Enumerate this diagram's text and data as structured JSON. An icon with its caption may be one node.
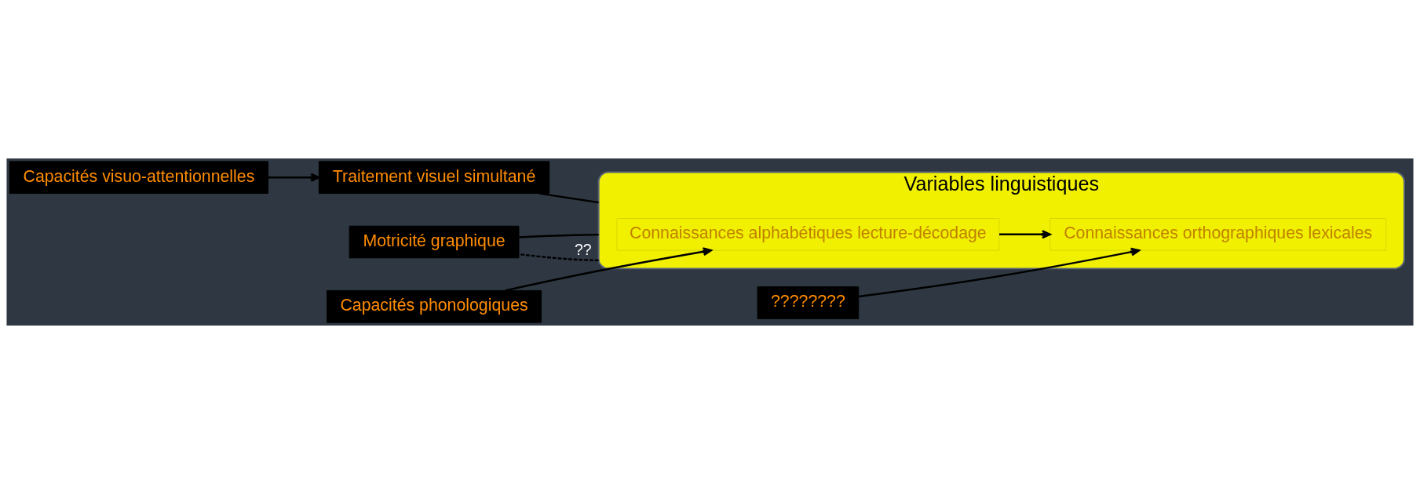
{
  "diagram": {
    "nodes": [
      {
        "text": [
          "Capacités visuo-attentionnelles"
        ]
      },
      {
        "text": [
          "Traitement visuel simultané"
        ]
      },
      {
        "text": [
          "????????"
        ]
      },
      {
        "text": [
          "Motricité graphique"
        ]
      },
      {
        "text": [
          "Variables linguistiques"
        ]
      },
      {
        "text": [
          "Connaissances alphabétiques lecture-décodage"
        ],
        "in": 4
      },
      {
        "text": [
          "Connaissances orthographiques lexicales"
        ],
        "in": 4
      },
      {
        "text": [
          "Capacités phonologiques"
        ]
      }
    ],
    "edges": [
      {
        "from": 0,
        "to": 1,
        "arrow": "to"
      },
      {
        "from": 1,
        "to": 4,
        "arrow": "none"
      },
      {
        "from": 3,
        "to": 4,
        "arrow": "none"
      },
      {
        "from": 2,
        "to": 6,
        "arrow": "to"
      },
      {
        "from": 4,
        "to": 3,
        "arrow": "none",
        "label": "??",
        "style": "dashed"
      },
      {
        "from": 7,
        "to": 5,
        "arrow": "to"
      },
      {
        "from": 5,
        "to": 6,
        "arrow": "to"
      }
    ]
  }
}
